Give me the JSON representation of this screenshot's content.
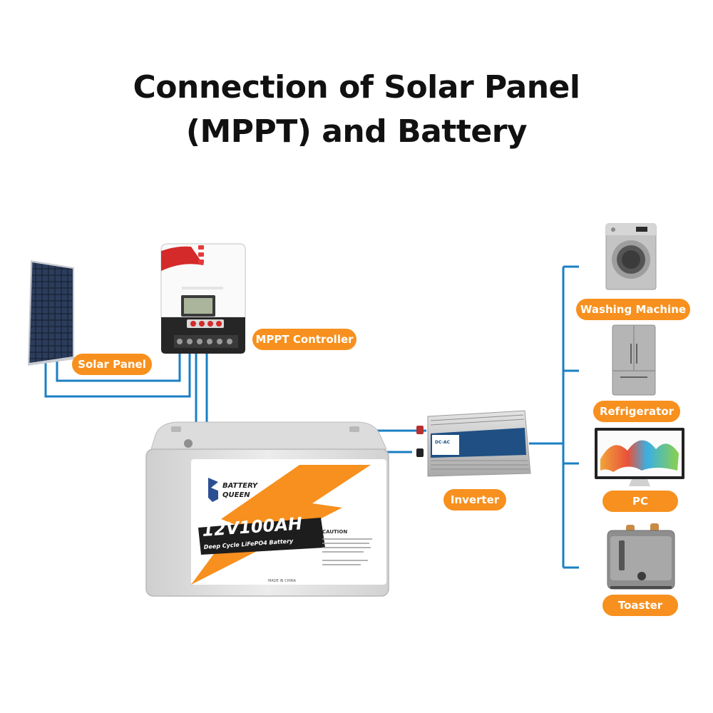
{
  "title": {
    "line1": "Connection of Solar Panel",
    "line2": "(MPPT) and Battery"
  },
  "labels": {
    "solar_panel": "Solar Panel",
    "mppt_controller": "MPPT Controller",
    "inverter": "Inverter",
    "washing_machine": "Washing Machine",
    "refrigerator": "Refrigerator",
    "pc": "PC",
    "toaster": "Toaster"
  },
  "battery": {
    "brand_line1": "BATTERY",
    "brand_line2": "QUEEN",
    "model": "12V100AH",
    "subtitle": "Deep Cycle LiFePO4 Battery",
    "caution": "CAUTION",
    "origin": "MADE IN CHINA"
  },
  "inverter": {
    "label": "DC-AC"
  },
  "colors": {
    "accent": "#F7901E",
    "wire": "#1A7FC4",
    "title": "#111111"
  }
}
